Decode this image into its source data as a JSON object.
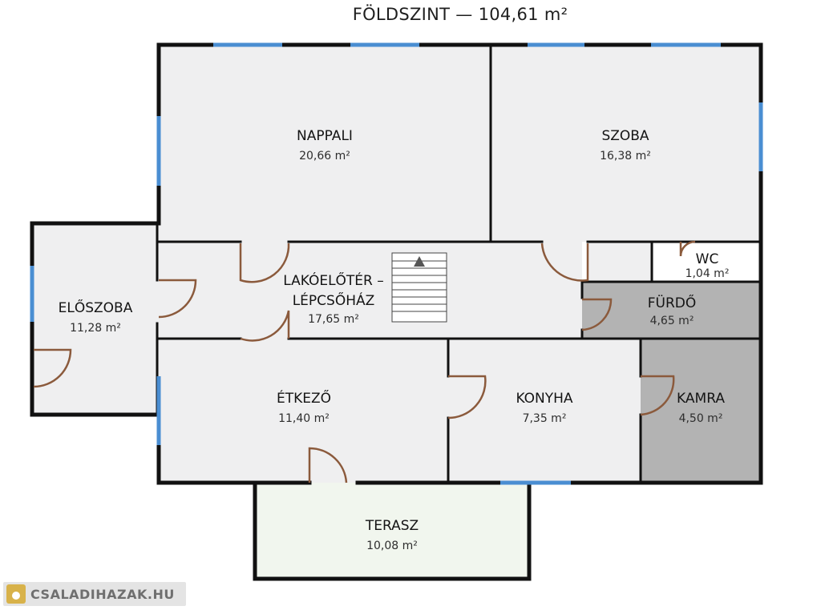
{
  "title": "FÖLDSZINT — 104,61 m²",
  "rooms": {
    "nappali": {
      "name": "NAPPALI",
      "area": "20,66 m²"
    },
    "szoba": {
      "name": "SZOBA",
      "area": "16,38 m²"
    },
    "eloszoba": {
      "name": "ELŐSZOBA",
      "area": "11,28 m²"
    },
    "lakoeloter": {
      "name_line1": "LAKÓELŐTÉR –",
      "name_line2": "LÉPCSŐHÁZ",
      "area": "17,65 m²"
    },
    "wc": {
      "name": "WC",
      "area": "1,04 m²"
    },
    "furdo": {
      "name": "FÜRDŐ",
      "area": "4,65 m²"
    },
    "etkezo": {
      "name": "ÉTKEZŐ",
      "area": "11,40 m²"
    },
    "konyha": {
      "name": "KONYHA",
      "area": "7,35 m²"
    },
    "kamra": {
      "name": "KAMRA",
      "area": "4,50 m²"
    },
    "terasz": {
      "name": "TERASZ",
      "area": "10,08 m²"
    }
  },
  "watermark": {
    "text": "CSALADIHAZAK.HU"
  },
  "colors": {
    "room_fill": "#efeff0",
    "wet_room_fill": "#b3b3b3",
    "terrace_fill": "#f1f6ee",
    "wall": "#111111",
    "window": "#4a8ed2",
    "door": "#8b5a3c"
  }
}
